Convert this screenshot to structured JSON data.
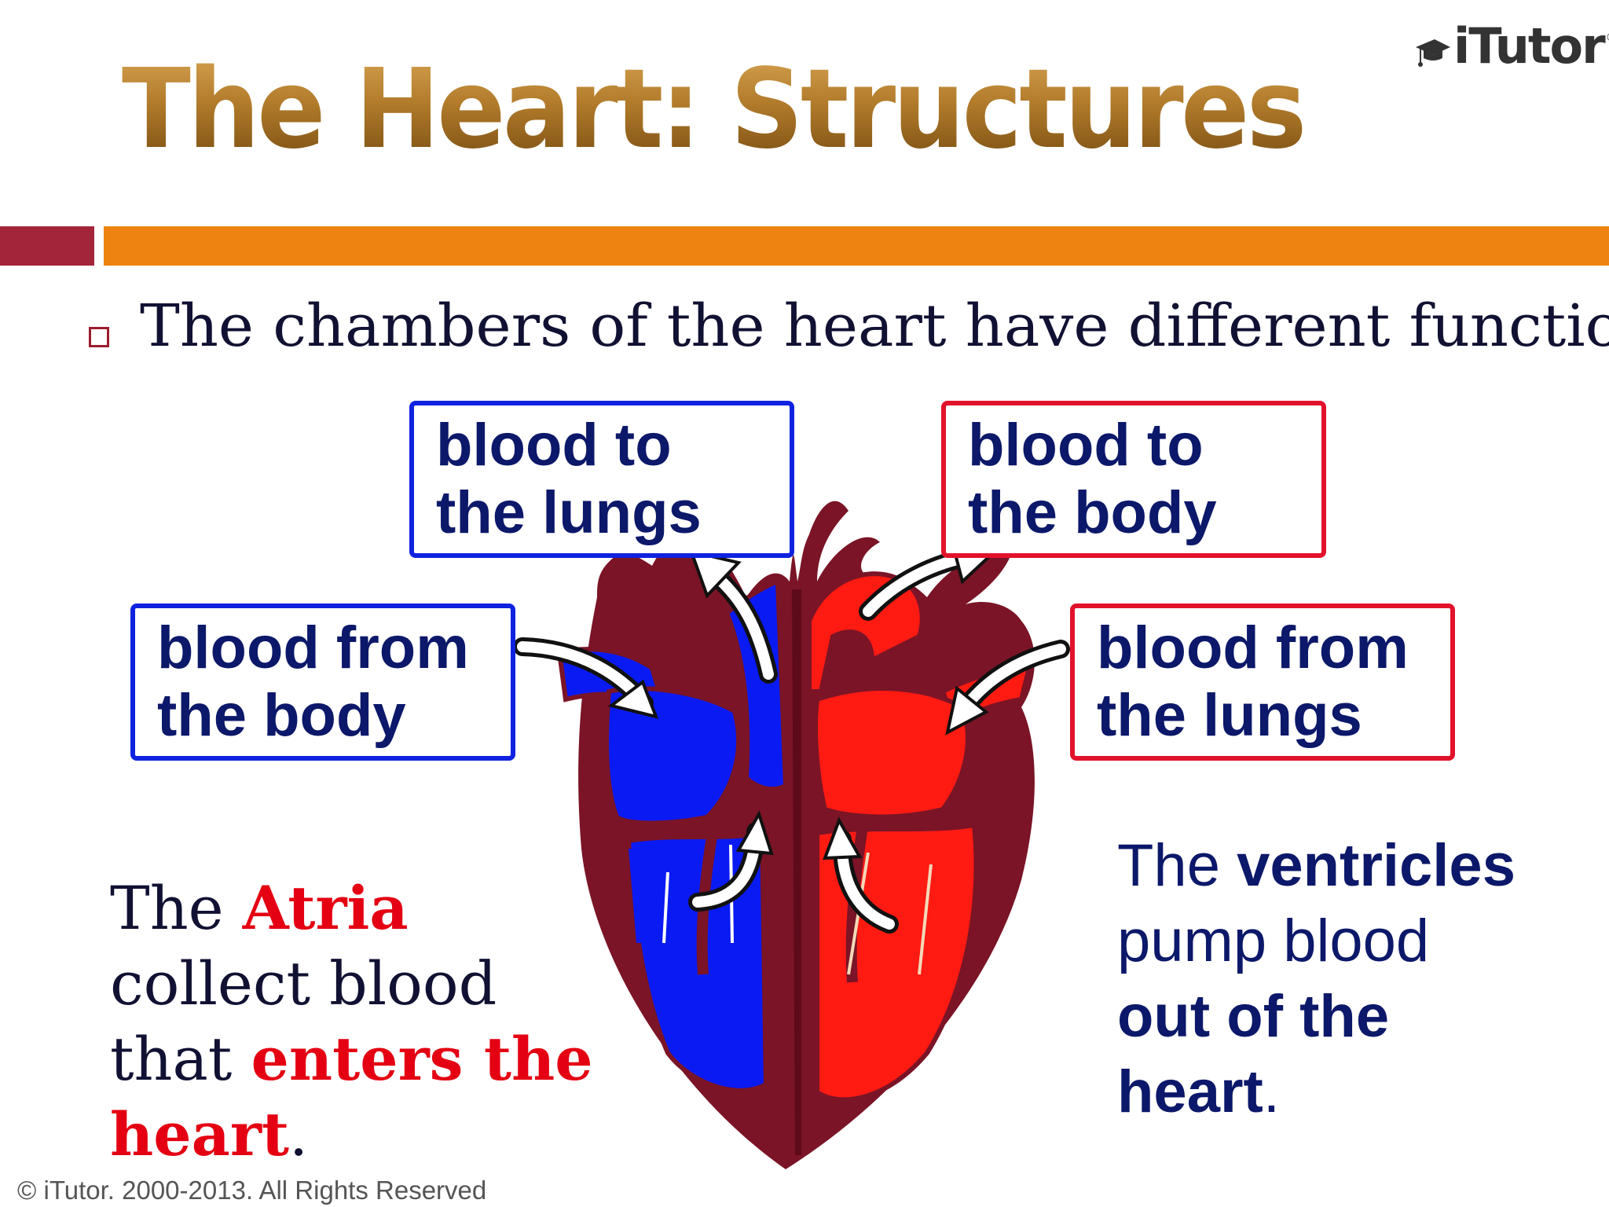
{
  "slide": {
    "title": "The Heart: Structures",
    "logo_text": "iTutor",
    "logo_mark": "®",
    "bullet": "The chambers of the heart have different functions:",
    "footer": "© iTutor. 2000-2013. All Rights Reserved"
  },
  "labels": {
    "blood_to_lungs": {
      "line1": "blood to",
      "line2": "the lungs"
    },
    "blood_to_body": {
      "line1": "blood to",
      "line2": "the body"
    },
    "blood_from_body": {
      "line1": "blood from",
      "line2": "the body"
    },
    "blood_from_lungs": {
      "line1": "blood from",
      "line2": "the lungs"
    }
  },
  "atria_caption": {
    "the": "The ",
    "atria": "Atria",
    "line2": "collect blood",
    "that": "that ",
    "enters": "enters the",
    "heart": "heart",
    "period": "."
  },
  "ventricle_caption": {
    "the": "The ",
    "ventricles": "ventricles",
    "line2": "pump blood",
    "line3": "out of the",
    "heart": "heart",
    "period": "."
  },
  "colors": {
    "title_gold": "#a87428",
    "bar_red": "#a3253a",
    "bar_orange": "#ee8311",
    "deoxygenated_blue": "#0a1af2",
    "oxygenated_red": "#ff1a12",
    "heart_wall": "#7a1426",
    "label_navy": "#0c1869",
    "accent_red_text": "#e40012"
  },
  "icons": {
    "bullet": "hollow-square-bullet-icon",
    "logo": "graduation-cap-icon"
  }
}
